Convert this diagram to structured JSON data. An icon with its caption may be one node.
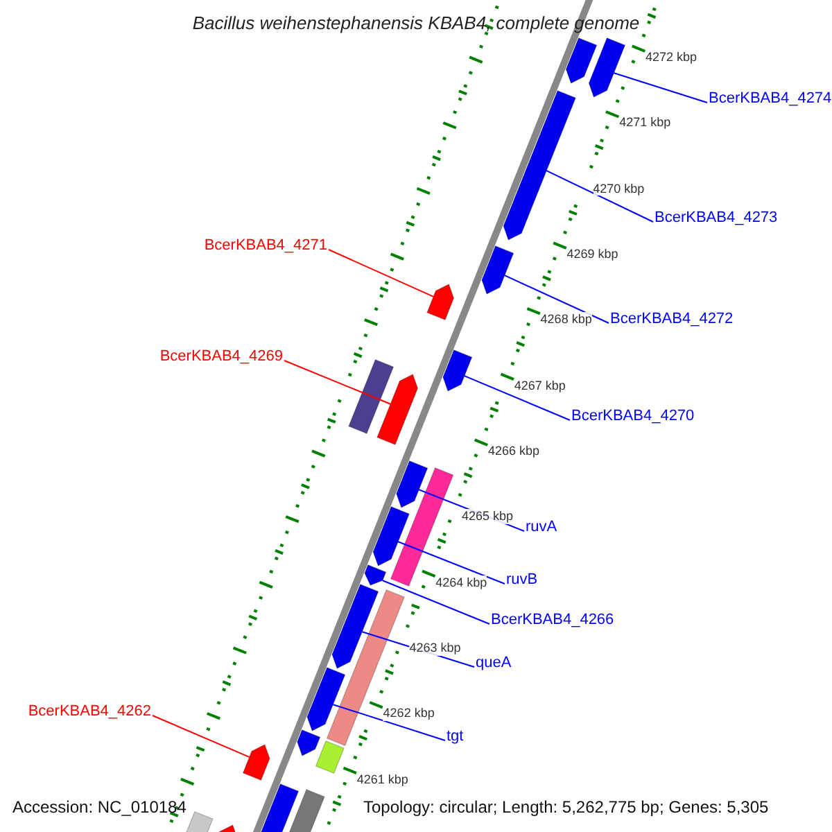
{
  "diagram": {
    "title": "Bacillus weihenstephanensis KBAB4, complete genome",
    "nodes": [
      {
        "text": [
          "BcerKBAB4_4274"
        ]
      },
      {
        "text": [],
        "shape": "arrow"
      },
      {
        "text": [
          "BcerKBAB4_4273"
        ]
      },
      {
        "text": [],
        "shape": "arrow"
      },
      {
        "text": [
          "BcerKBAB4_4271"
        ]
      },
      {
        "text": [],
        "shape": "arrow"
      },
      {
        "text": [
          "BcerKBAB4_4272"
        ]
      },
      {
        "text": [],
        "shape": "arrow"
      },
      {
        "text": [
          "BcerKBAB4_4269"
        ]
      },
      {
        "text": [],
        "shape": "arrow"
      },
      {
        "text": [
          "BcerKBAB4_4270"
        ]
      },
      {
        "text": [],
        "shape": "arrow"
      },
      {
        "text": [
          "ruvA"
        ]
      },
      {
        "text": [],
        "shape": "arrow"
      },
      {
        "text": [
          "ruvB"
        ]
      },
      {
        "text": [],
        "shape": "arrow"
      },
      {
        "text": [
          "BcerKBAB4_4266"
        ]
      },
      {
        "text": [],
        "shape": "arrow"
      },
      {
        "text": [
          "queA"
        ]
      },
      {
        "text": [],
        "shape": "arrow"
      },
      {
        "text": [
          "tgt"
        ]
      },
      {
        "text": [],
        "shape": "arrow"
      },
      {
        "text": [
          "BcerKBAB4_4262"
        ]
      },
      {
        "text": [],
        "shape": "arrow"
      },
      {
        "text": [],
        "shape": "arrow"
      },
      {
        "text": [],
        "shape": "box"
      },
      {
        "text": [],
        "shape": "box"
      },
      {
        "text": [],
        "shape": "box"
      },
      {
        "text": [],
        "shape": "arrow"
      },
      {
        "text": [],
        "shape": "box"
      },
      {
        "text": [],
        "shape": "box"
      },
      {
        "text": [],
        "shape": "arrow"
      },
      {
        "text": [],
        "shape": "arrow"
      },
      {
        "text": [],
        "shape": "box"
      }
    ],
    "edges": [
      {
        "from": 0,
        "to": 1,
        "arrow": "none"
      },
      {
        "from": 2,
        "to": 3,
        "arrow": "none"
      },
      {
        "from": 4,
        "to": 5,
        "arrow": "none",
        "color": "#ff0000"
      },
      {
        "from": 6,
        "to": 7,
        "arrow": "none"
      },
      {
        "from": 8,
        "to": 9,
        "arrow": "none",
        "color": "#ff0000"
      },
      {
        "from": 10,
        "to": 11,
        "arrow": "none"
      },
      {
        "from": 12,
        "to": 13,
        "arrow": "none"
      },
      {
        "from": 14,
        "to": 15,
        "arrow": "none"
      },
      {
        "from": 16,
        "to": 17,
        "arrow": "none"
      },
      {
        "from": 18,
        "to": 19,
        "arrow": "none"
      },
      {
        "from": 20,
        "to": 21,
        "arrow": "none"
      },
      {
        "from": 22,
        "to": 23,
        "arrow": "none",
        "color": "#ff0000"
      }
    ],
    "labels": [
      "4272 kbp",
      "4271 kbp",
      "4270 kbp",
      "4269 kbp",
      "4268 kbp",
      "4267 kbp",
      "4266 kbp",
      "4265 kbp",
      "4264 kbp",
      "4263 kbp",
      "4262 kbp",
      "4261 kbp",
      "Accession: NC_010184",
      "Topology: circular; Length: 5,262,775 bp; Genes: 5,305"
    ]
  }
}
